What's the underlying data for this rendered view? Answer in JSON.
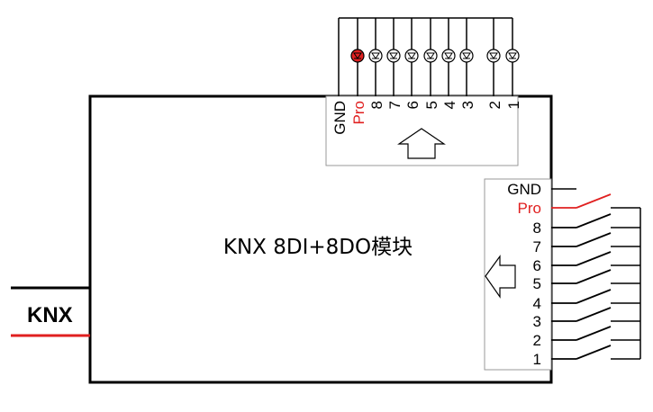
{
  "module": {
    "title": "KNX 8DI+8DO模块"
  },
  "bus": {
    "label": "KNX",
    "line_colors": [
      "#000000",
      "#e02020"
    ]
  },
  "top_connector": {
    "pins": [
      "GND",
      "Pro",
      "8",
      "7",
      "6",
      "5",
      "4",
      "3",
      "2",
      "1"
    ],
    "pin_colors": [
      "#000000",
      "#e02020",
      "#000000",
      "#000000",
      "#000000",
      "#000000",
      "#000000",
      "#000000",
      "#000000",
      "#000000"
    ],
    "arrow": "up-arrow",
    "led_count": 9,
    "active_led_color": "#e02020"
  },
  "right_connector": {
    "pins": [
      "GND",
      "Pro",
      "8",
      "7",
      "6",
      "5",
      "4",
      "3",
      "2",
      "1"
    ],
    "pin_colors": [
      "#000000",
      "#e02020",
      "#000000",
      "#000000",
      "#000000",
      "#000000",
      "#000000",
      "#000000",
      "#000000",
      "#000000"
    ],
    "arrow": "left-arrow",
    "switch_count": 9
  }
}
